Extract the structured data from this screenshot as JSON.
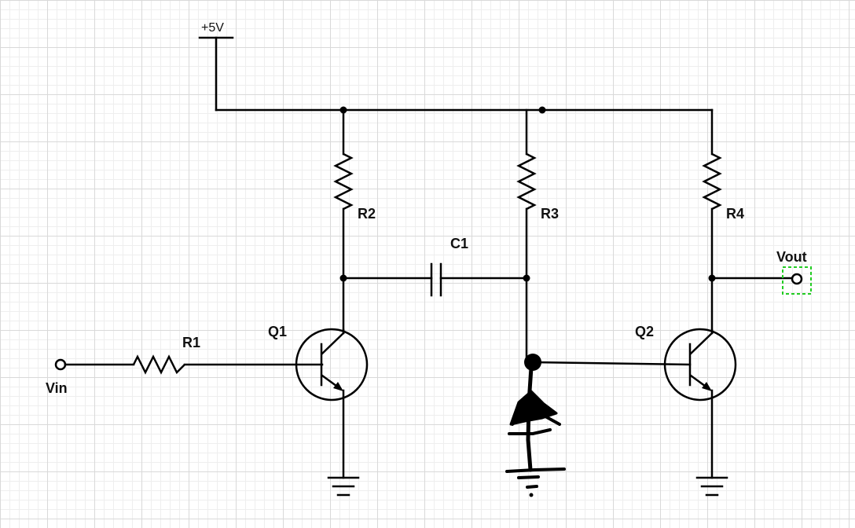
{
  "schematic": {
    "supply_label": "+5V",
    "components": {
      "r1": "R1",
      "r2": "R2",
      "r3": "R3",
      "r4": "R4",
      "c1": "C1",
      "q1": "Q1",
      "q2": "Q2"
    },
    "terminals": {
      "input": "Vin",
      "output": "Vout"
    },
    "colors": {
      "wire": "#000000",
      "grid_major": "#d9d9d9",
      "grid_minor": "#eeeeee",
      "selection": "#22cc22"
    }
  }
}
